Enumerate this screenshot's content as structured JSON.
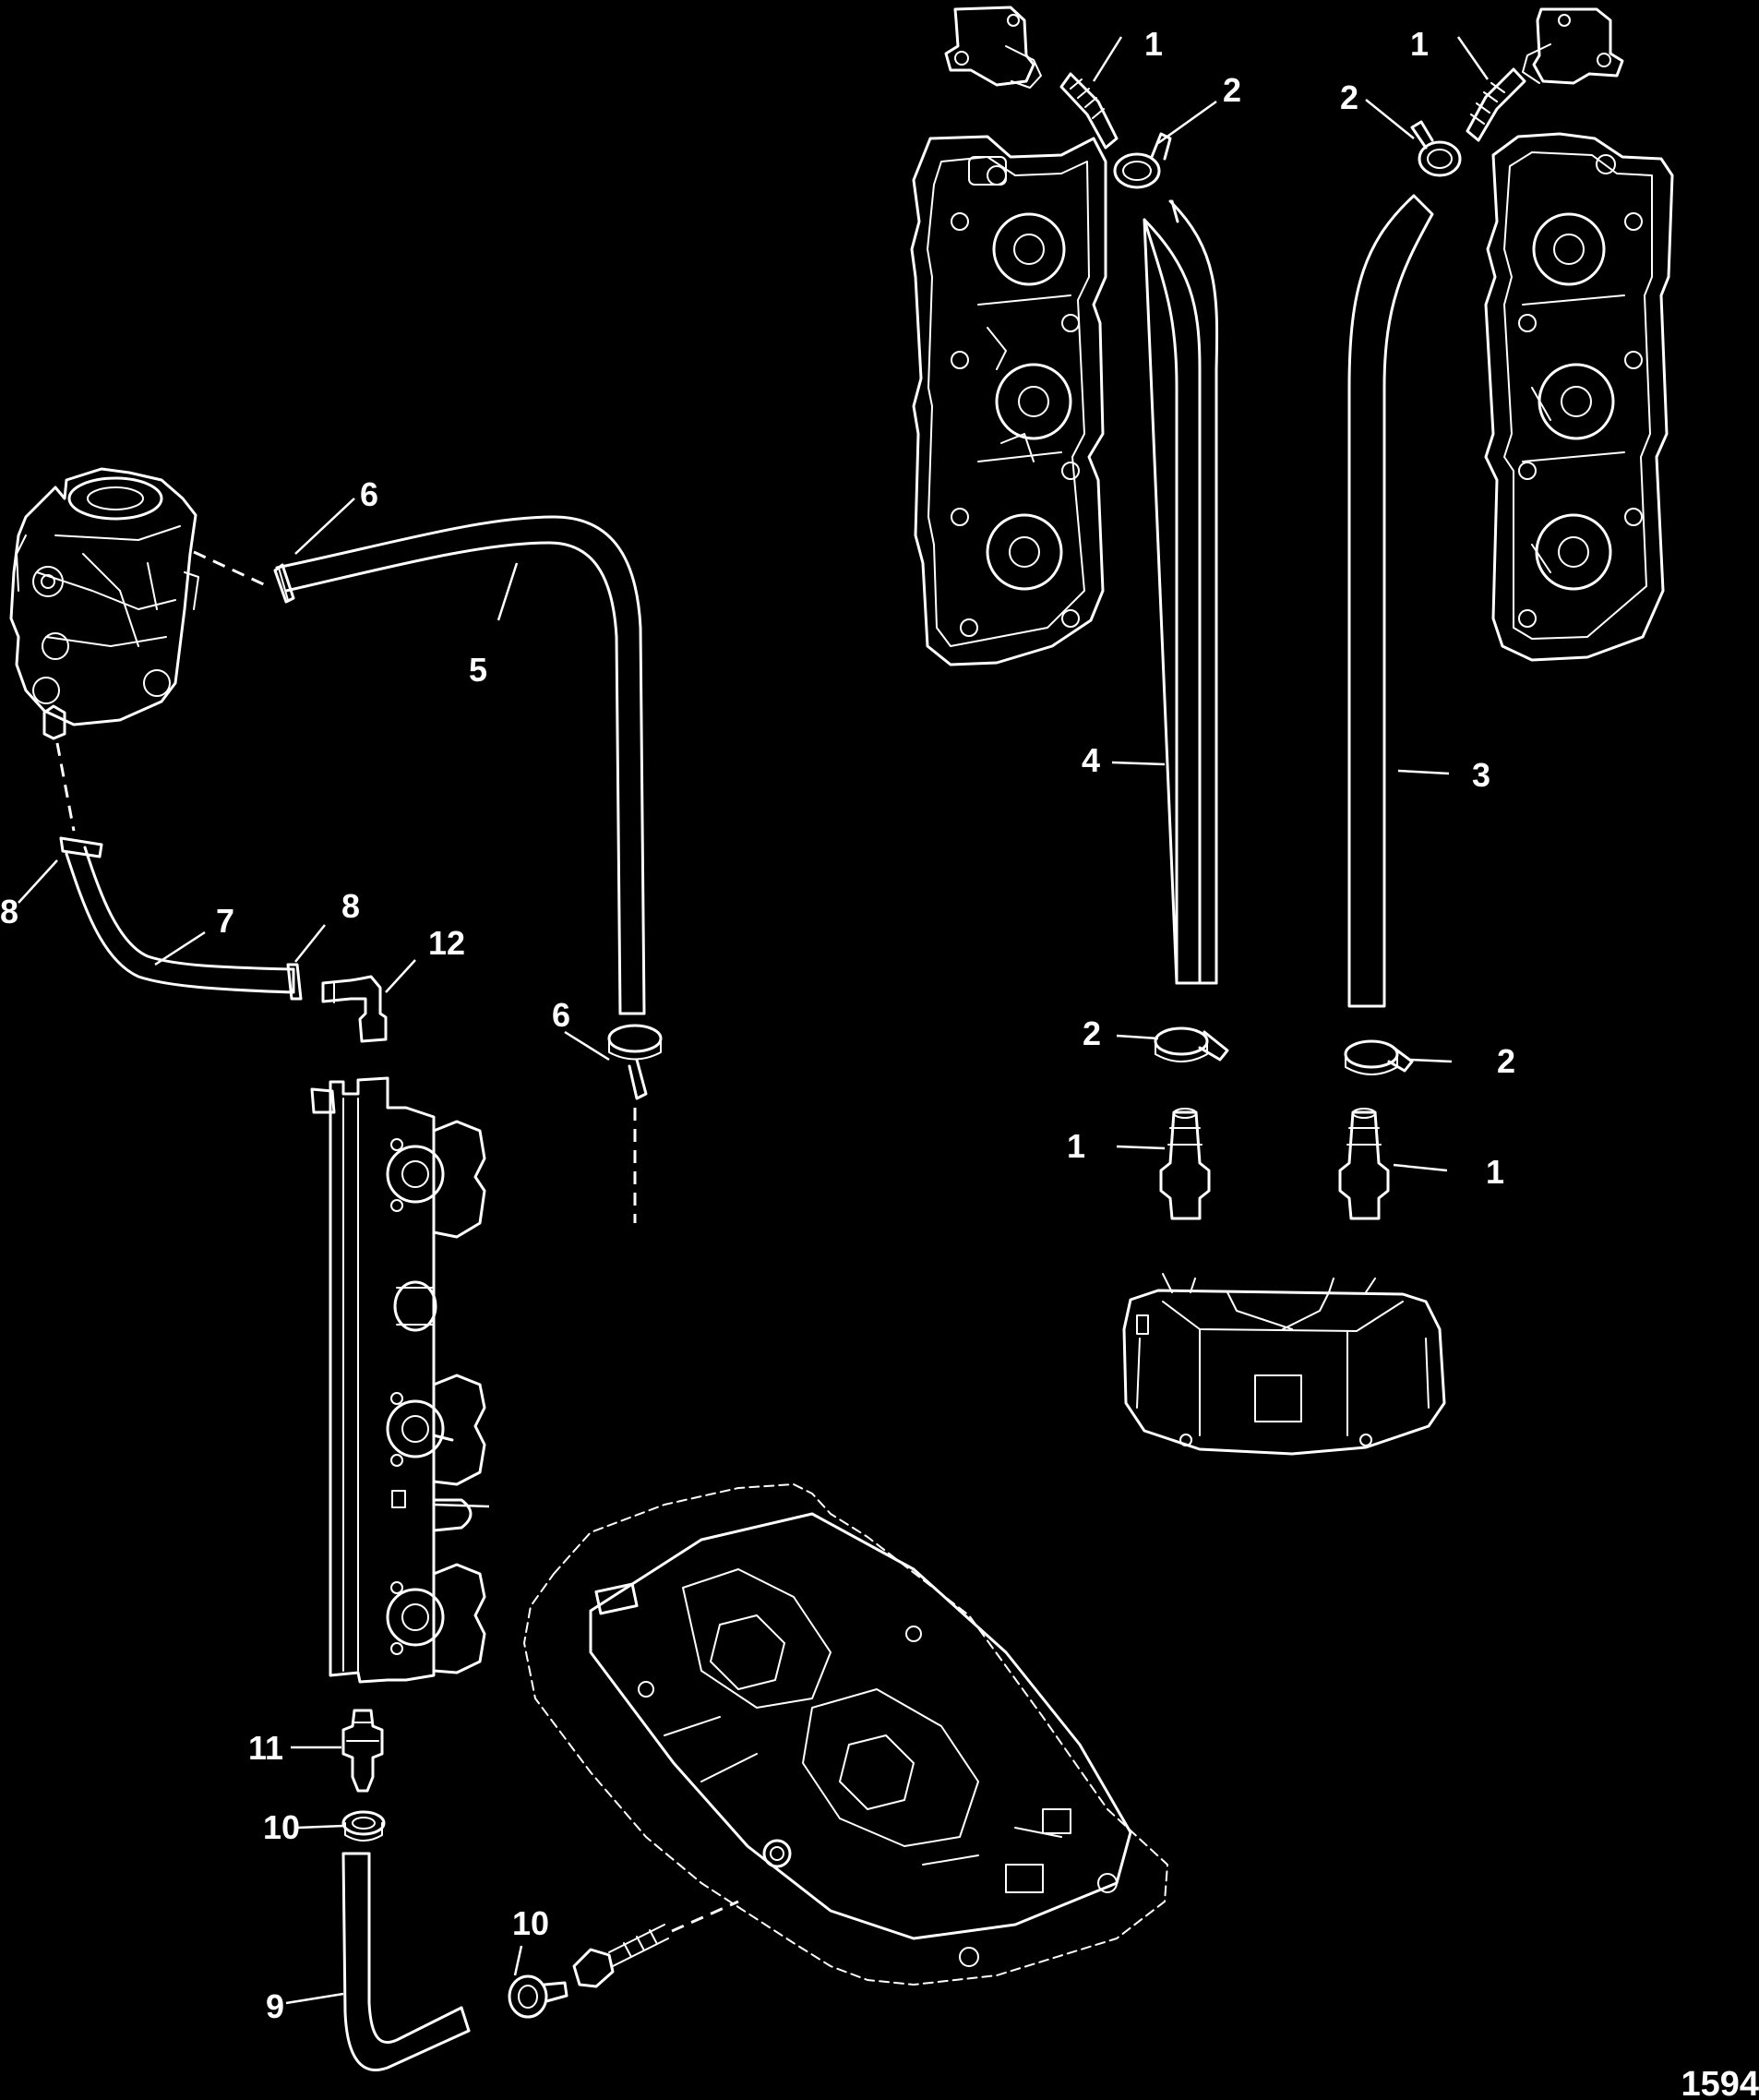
{
  "figure_number": "1594",
  "callouts": {
    "c1a": "1",
    "c1b": "1",
    "c1c": "1",
    "c1d": "1",
    "c2a": "2",
    "c2b": "2",
    "c2c": "2",
    "c2d": "2",
    "c3": "3",
    "c4": "4",
    "c5": "5",
    "c6a": "6",
    "c6b": "6",
    "c7": "7",
    "c8a": "8",
    "c8b": "8",
    "c9": "9",
    "c10a": "10",
    "c10b": "10",
    "c11": "11",
    "c12": "12"
  },
  "parts": [
    "fitting",
    "hose-clamp",
    "hose",
    "hose",
    "hose",
    "hose-clamp",
    "hose",
    "hose-clamp",
    "hose",
    "hose-clamp",
    "fitting",
    "elbow-fitting"
  ]
}
